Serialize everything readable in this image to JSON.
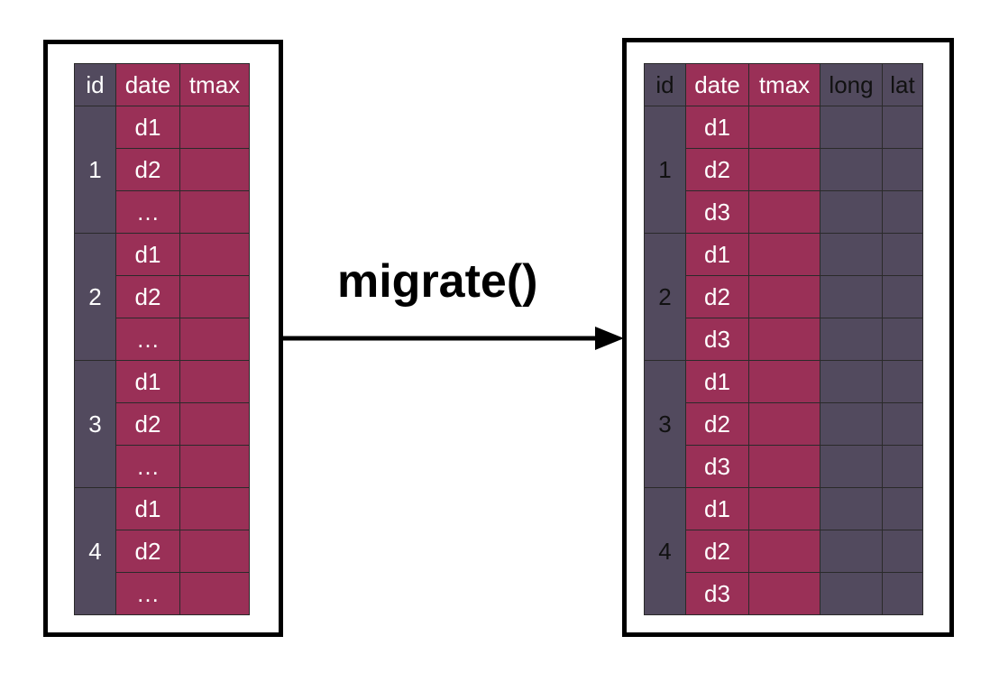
{
  "operation": "migrate()",
  "left_table": {
    "headers": [
      "id",
      "date",
      "tmax"
    ],
    "groups": [
      {
        "id": "1",
        "dates": [
          "d1",
          "d2",
          "…"
        ]
      },
      {
        "id": "2",
        "dates": [
          "d1",
          "d2",
          "…"
        ]
      },
      {
        "id": "3",
        "dates": [
          "d1",
          "d2",
          "…"
        ]
      },
      {
        "id": "4",
        "dates": [
          "d1",
          "d2",
          "…"
        ]
      }
    ]
  },
  "right_table": {
    "headers": [
      "id",
      "date",
      "tmax",
      "long",
      "lat"
    ],
    "groups": [
      {
        "id": "1",
        "dates": [
          "d1",
          "d2",
          "d3"
        ]
      },
      {
        "id": "2",
        "dates": [
          "d1",
          "d2",
          "d3"
        ]
      },
      {
        "id": "3",
        "dates": [
          "d1",
          "d2",
          "d3"
        ]
      },
      {
        "id": "4",
        "dates": [
          "d1",
          "d2",
          "d3"
        ]
      }
    ]
  },
  "colors": {
    "id_column": "#524a5e",
    "value_columns": "#9a3057",
    "location_columns": "#524a5e",
    "frame": "#000000"
  }
}
